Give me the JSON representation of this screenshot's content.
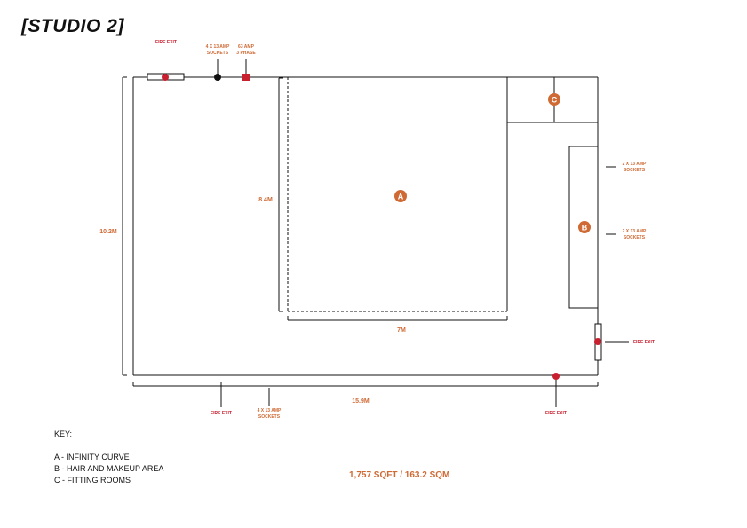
{
  "title": "[STUDIO 2]",
  "labels": {
    "fire_exit": "FIRE EXIT",
    "sockets_4_line1": "4 X 13 AMP",
    "sockets_4_line2": "SOCKETS",
    "phase_line1": "63 AMP",
    "phase_line2": "3 PHASE",
    "sockets_2_line1": "2 X 13 AMP",
    "sockets_2_line2": "SOCKETS"
  },
  "dimensions": {
    "height": "10.2M",
    "width": "15.9M",
    "curve_height": "8.4M",
    "curve_width": "7M"
  },
  "areas": {
    "a": "A",
    "b": "B",
    "c": "C"
  },
  "key": {
    "heading": "KEY:",
    "items": [
      "A - INFINITY CURVE",
      "B - HAIR AND MAKEUP AREA",
      "C - FITTING ROOMS"
    ]
  },
  "total_area": "1,757 SQFT / 163.2 SQM",
  "colors": {
    "fire_red": "#c8202f",
    "accent_orange": "#cf6a35",
    "line": "#111111"
  }
}
